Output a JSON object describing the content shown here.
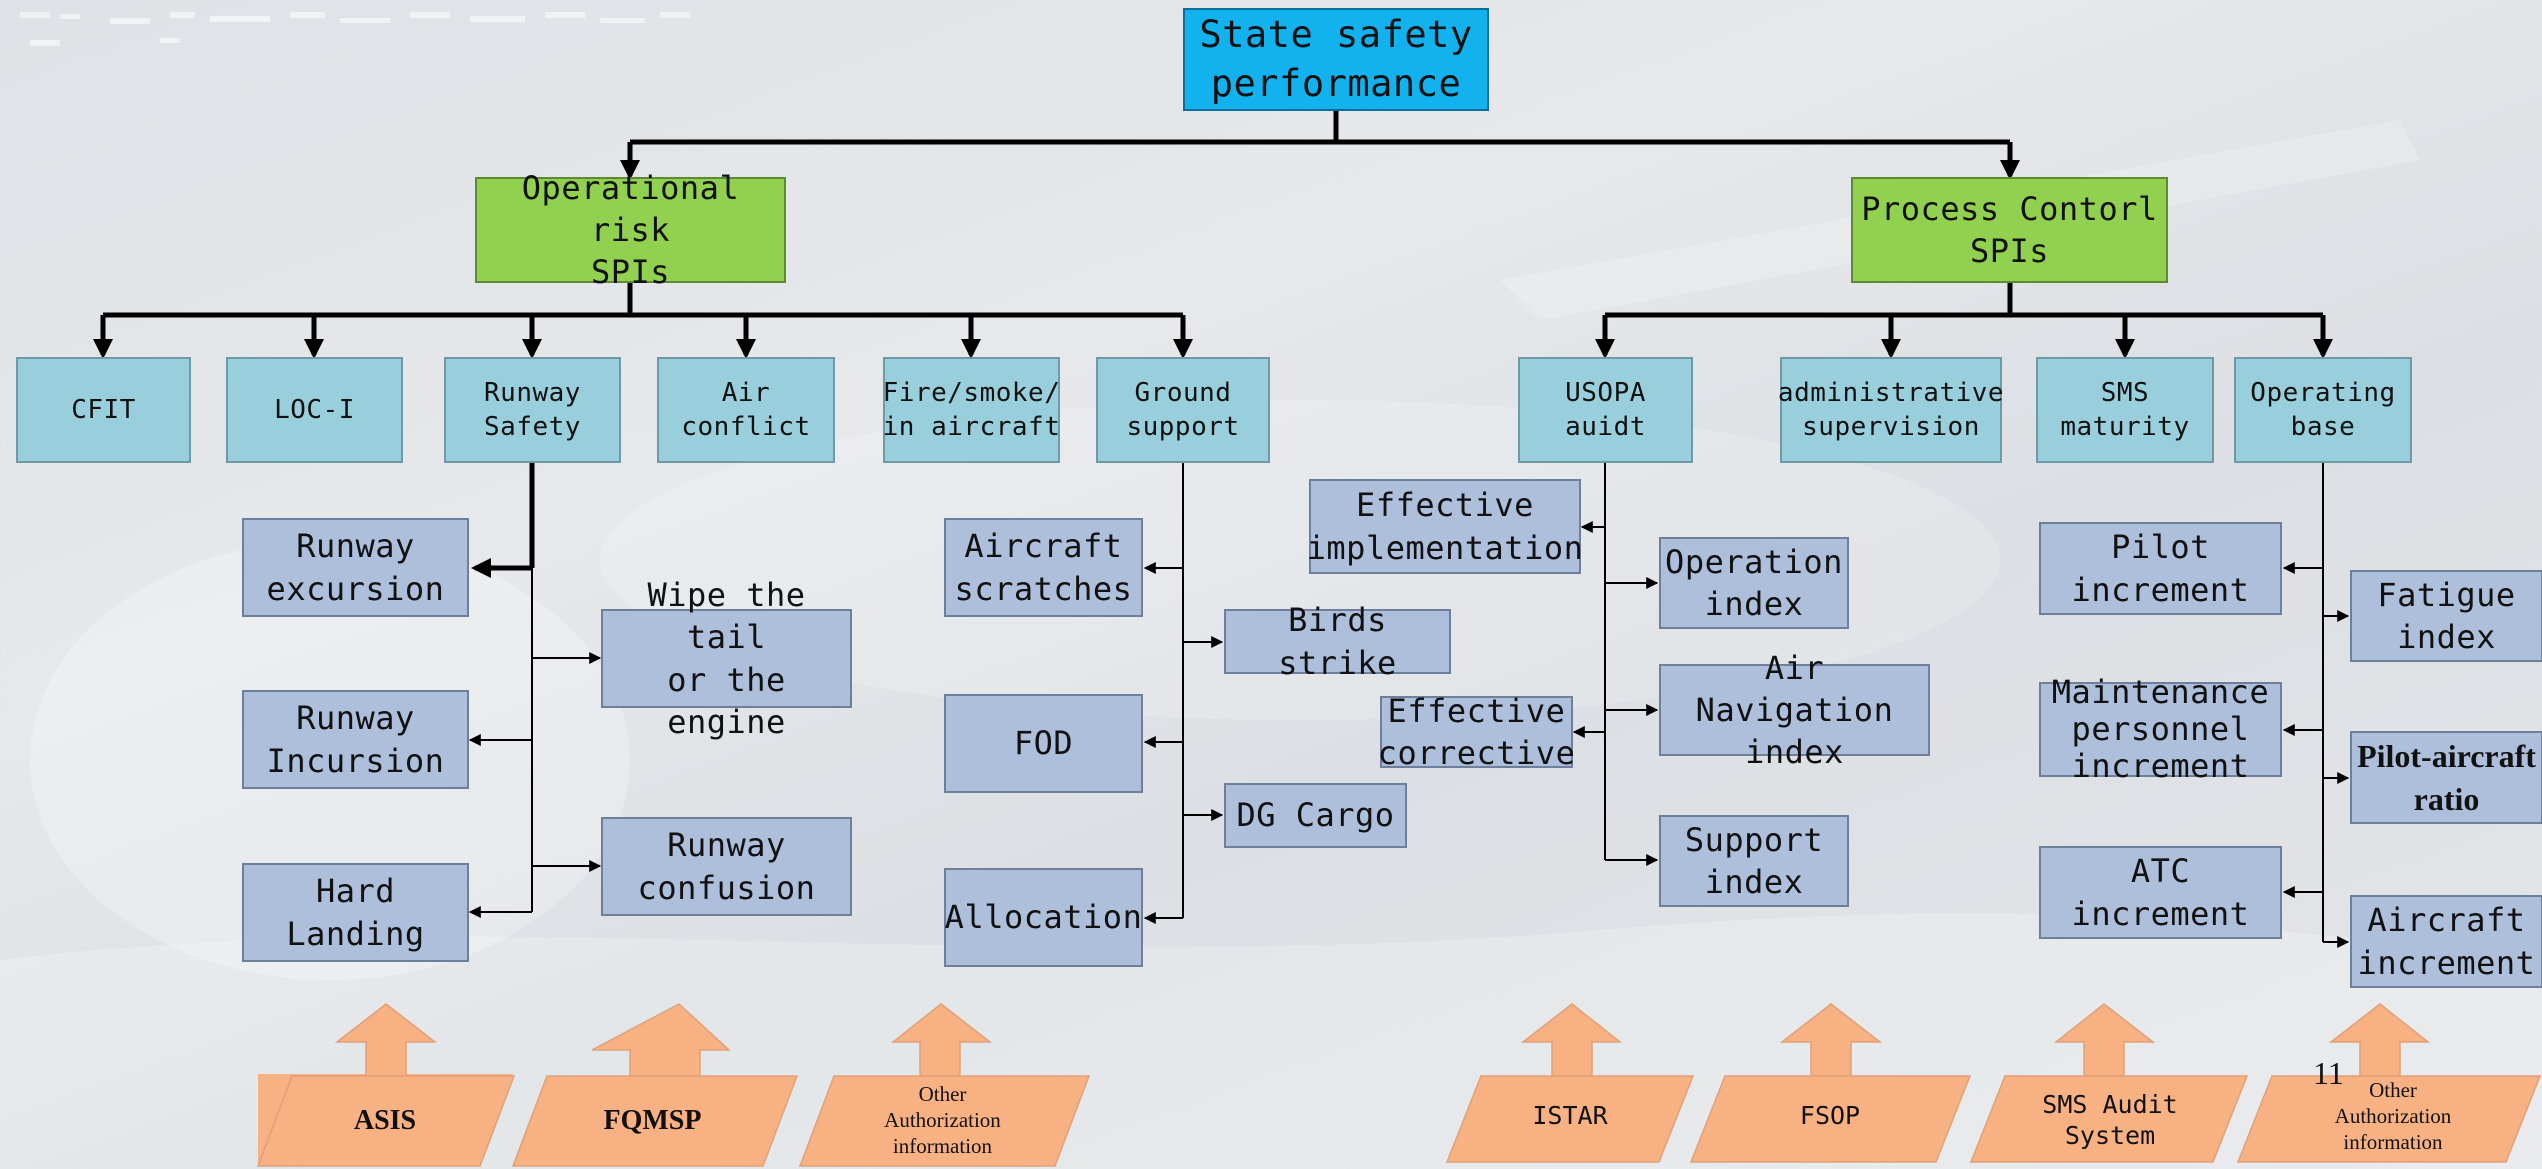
{
  "root": "State safety\nperformance",
  "branches": {
    "operational": "Operational risk\nSPIs",
    "process": "Process Contorl\nSPIs"
  },
  "categories": {
    "cfit": "CFIT",
    "loc_i": "LOC-I",
    "runway_safety": "Runway\nSafety",
    "air_conflict": "Air\nconflict",
    "fire_smoke": "Fire/smoke/\nin aircraft",
    "ground_support": "Ground\nsupport",
    "usopa": "USOPA auidt",
    "administrative": "administrative\nsupervision",
    "sms_maturity": "SMS\nmaturity",
    "operating_base": "Operating\nbase"
  },
  "runway_items": {
    "excursion": "Runway\nexcursion",
    "wipe_tail": "Wipe the tail\nor the engine",
    "incursion": "Runway\nIncursion",
    "confusion": "Runway\nconfusion",
    "hard_landing": "Hard Landing"
  },
  "ground_items": {
    "scratches": "Aircraft\nscratches",
    "birds": "Birds strike",
    "fod": "FOD",
    "dg_cargo": "DG Cargo",
    "allocation": "Allocation"
  },
  "usopa_items": {
    "effective_impl": "Effective\nimplementation",
    "operation_index": "Operation\nindex",
    "air_nav_index": "Air Navigation\nindex",
    "effective_corrective": "Effective\ncorrective",
    "support_index": "Support\nindex"
  },
  "base_items": {
    "pilot_increment": "Pilot\nincrement",
    "fatigue_index": "Fatigue\nindex",
    "maintenance_increment": "Maintenance\npersonnel\nincrement",
    "pilot_aircraft_ratio": "Pilot-aircraft\nratio",
    "atc_increment": "ATC increment",
    "aircraft_increment": "Aircraft\nincrement"
  },
  "sources": {
    "asis": "ASIS",
    "fqmsp": "FQMSP",
    "other_auth_1": "Other\nAuthorization\ninformation",
    "istar": "ISTAR",
    "fsop": "FSOP",
    "sms_audit": "SMS Audit\nSystem",
    "other_auth_2": "Other\nAuthorization\ninformation"
  },
  "page_number": "11",
  "colors": {
    "root_fill": "#12b2ee",
    "branch_fill": "#92d050",
    "category_fill": "#99cfdc",
    "item_fill": "#aebfdc",
    "source_fill": "#f8b183"
  }
}
